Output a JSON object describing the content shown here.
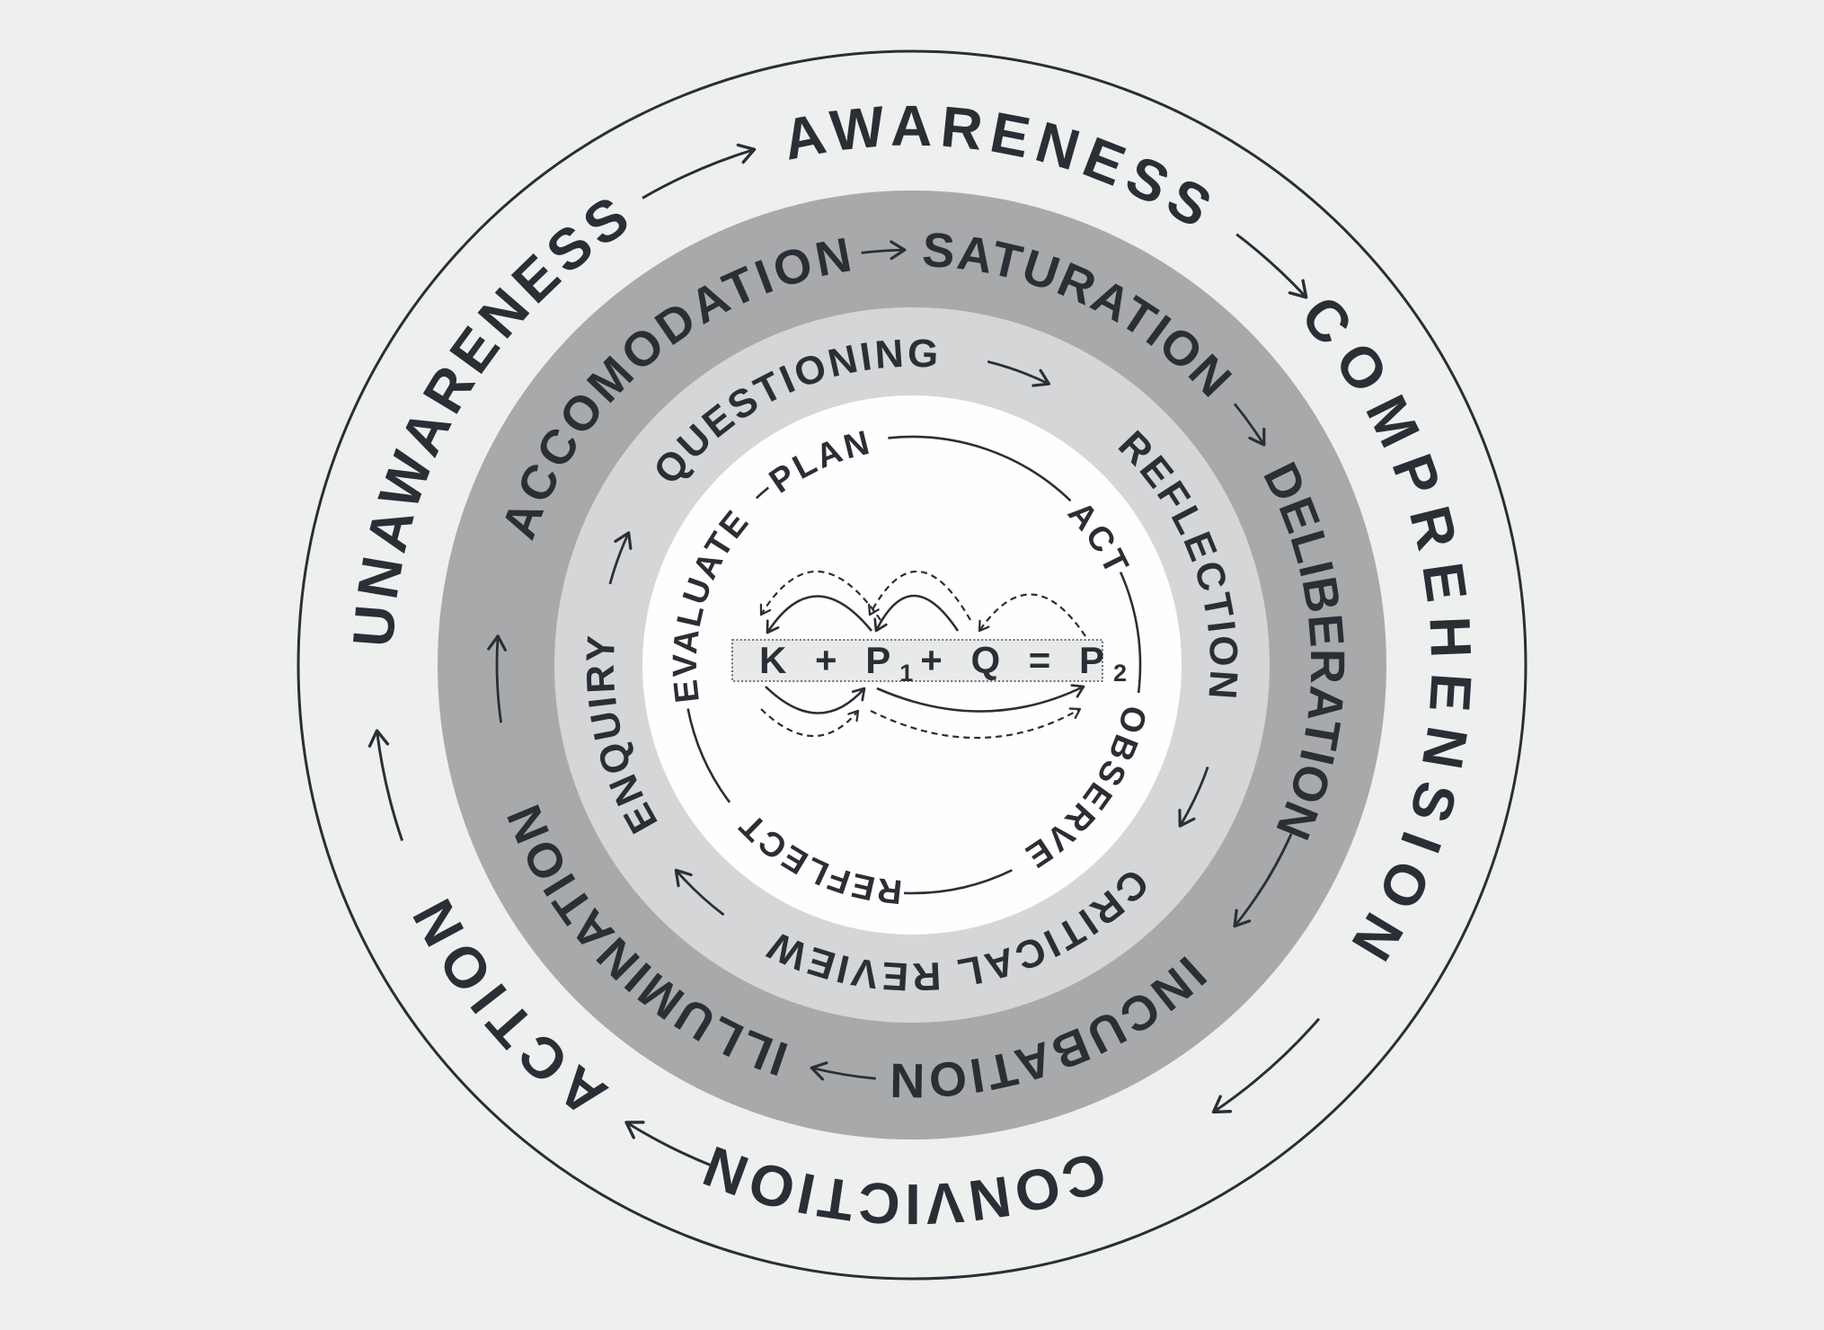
{
  "diagram_title": "concentric-learning-cycles-diagram",
  "colors": {
    "background": "#eef0f0",
    "ink": "#2b2e35",
    "ring2_fill": "#a7a9aa",
    "ring3_fill": "#d4d6d7",
    "inner_fill": "#fefefe",
    "formula_box_fill": "#e8eaea"
  },
  "outer_ring": {
    "words": [
      "UNAWARENESS",
      "AWARENESS",
      "COMPREHENSION",
      "CONVICTION",
      "ACTION"
    ]
  },
  "ring2": {
    "words": [
      "ACCOMODATION",
      "SATURATION",
      "DELIBERATION",
      "INCUBATION",
      "ILLUMINATION"
    ]
  },
  "ring3": {
    "words": [
      "QUESTIONING",
      "REFLECTION",
      "CRITICAL REVIEW",
      "ENQUIRY"
    ]
  },
  "inner_ring": {
    "words": [
      "PLAN",
      "ACT",
      "OBSERVE",
      "REFLECT",
      "EVALUATE"
    ]
  },
  "formula": {
    "t1": "K + P",
    "sub1": "1",
    "t2": "+ Q = P",
    "sub2": "2"
  }
}
